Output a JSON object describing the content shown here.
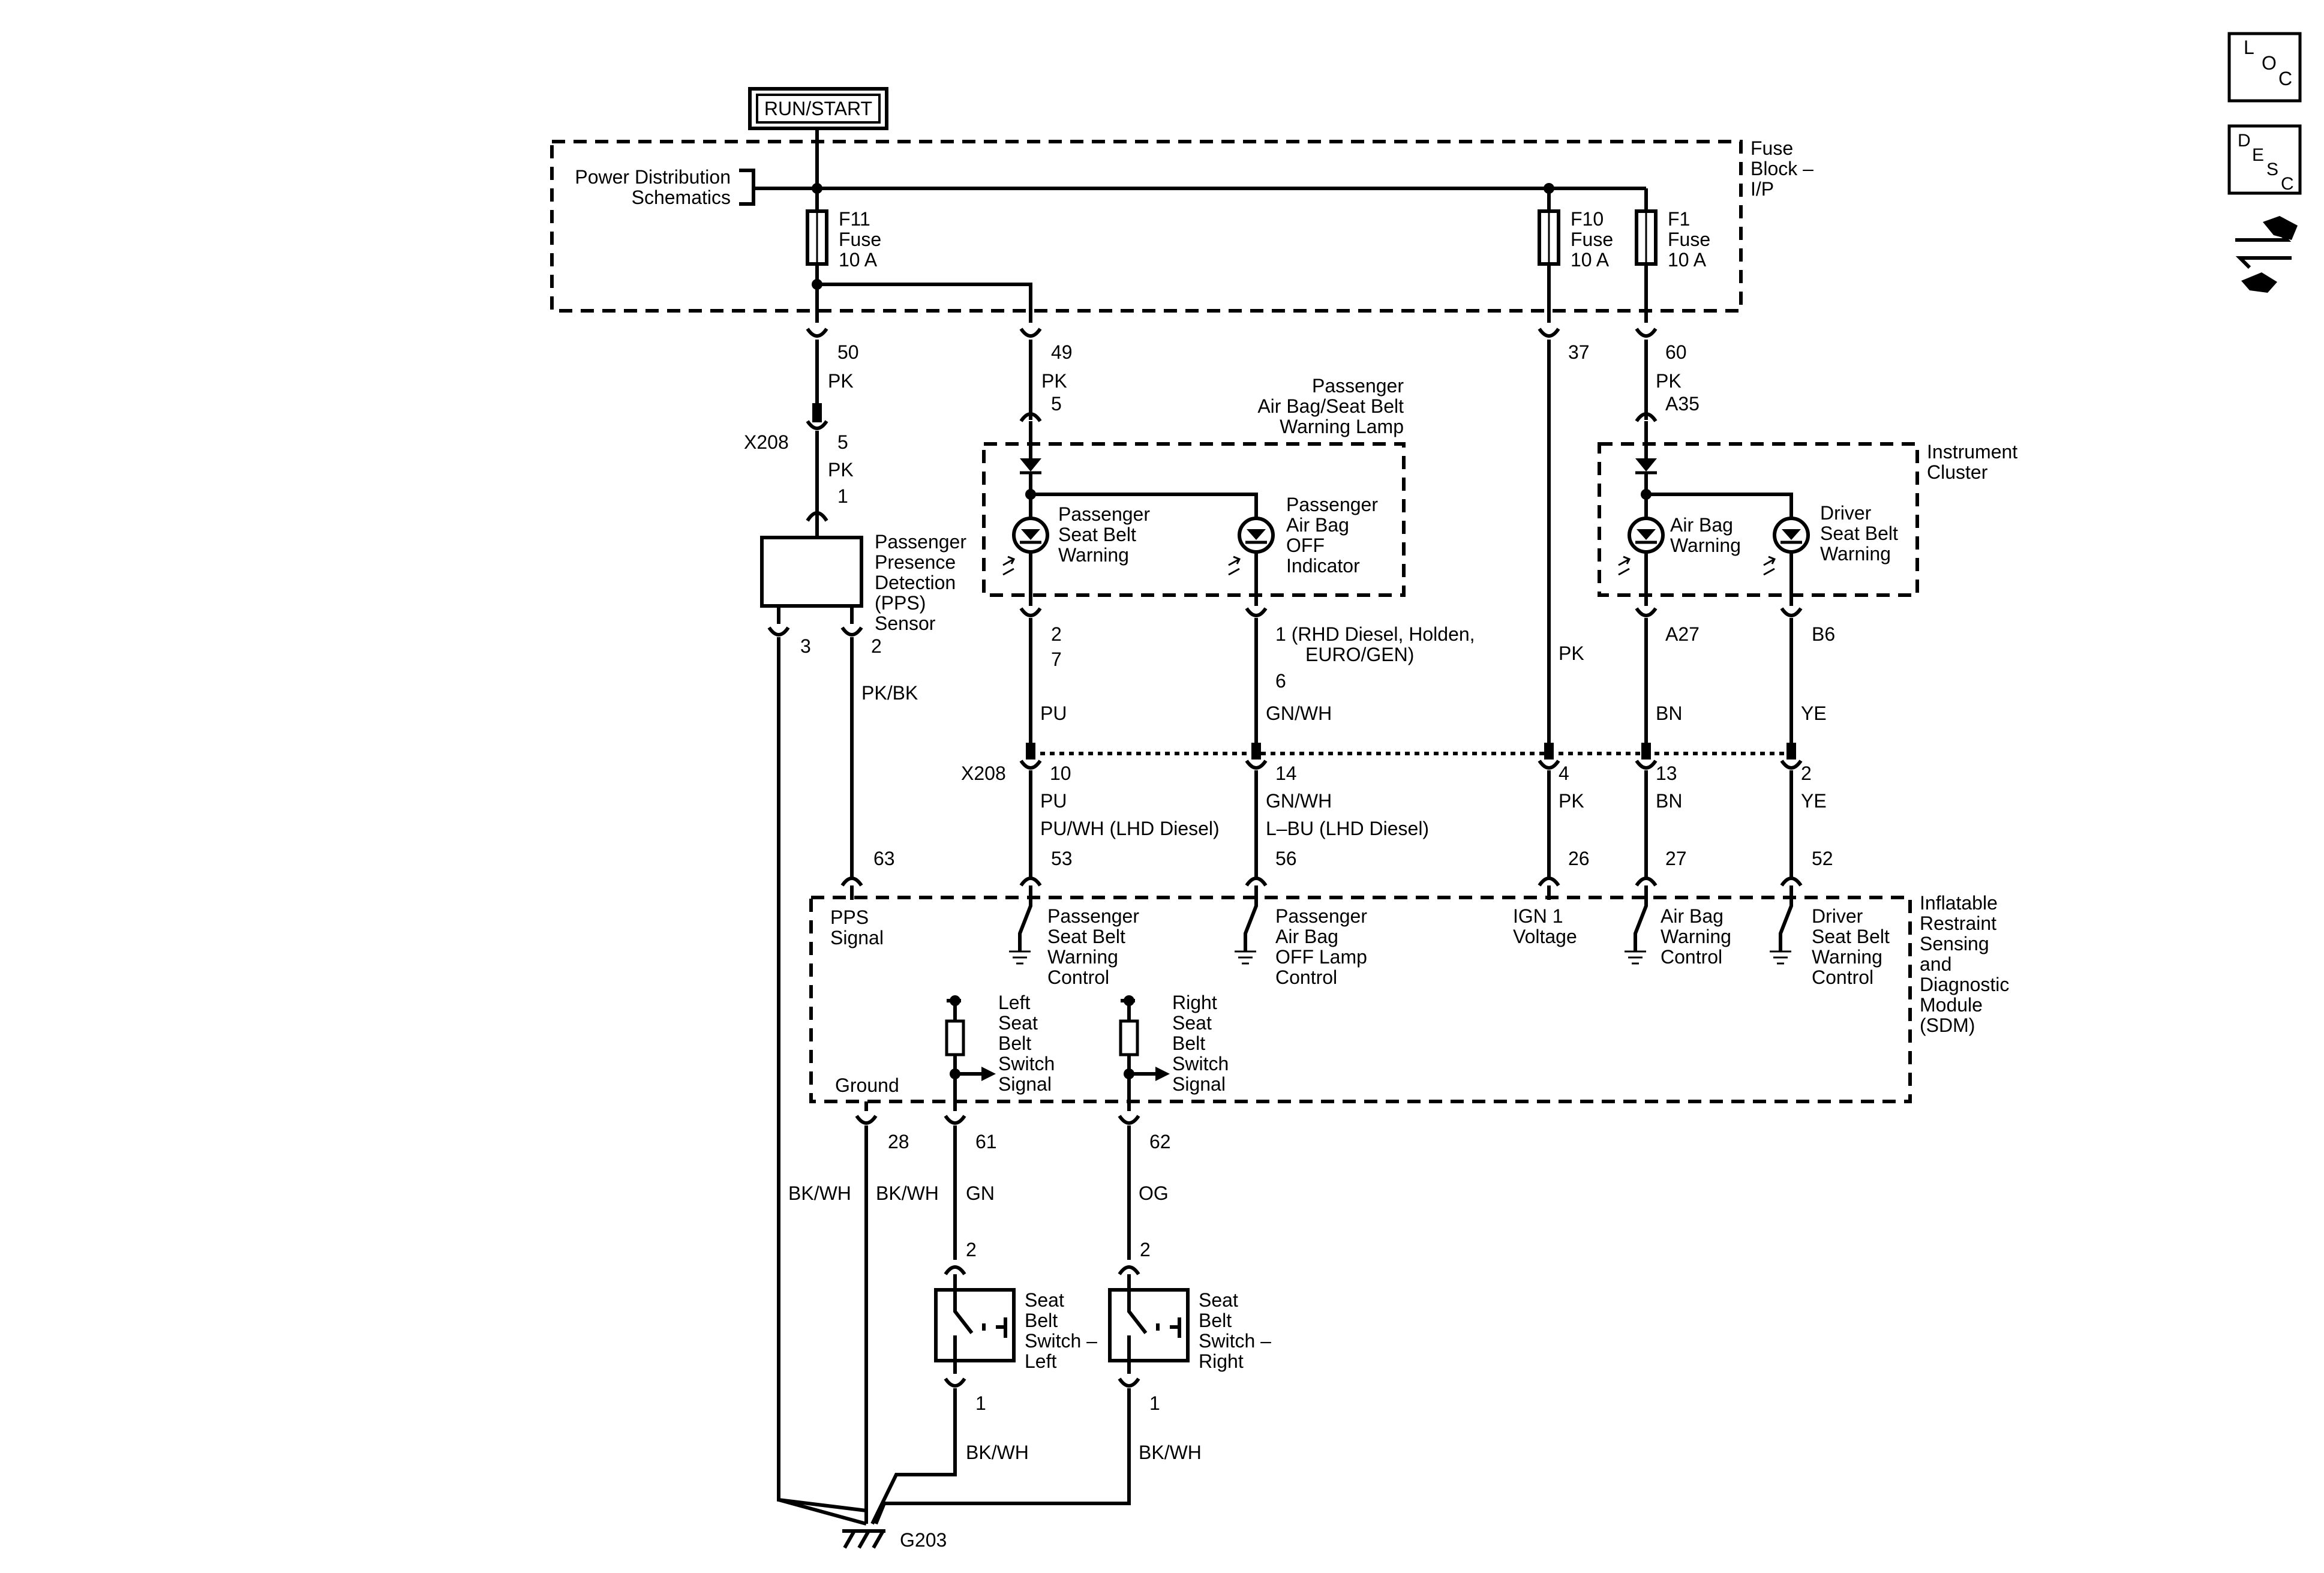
{
  "run_start": "RUN/START",
  "fuse_block": [
    "Fuse",
    "Block –",
    "I/P"
  ],
  "power_dist": [
    "Power Distribution",
    "Schematics"
  ],
  "fuses": [
    {
      "name": "F11",
      "type": "Fuse",
      "rating": "10 A"
    },
    {
      "name": "F10",
      "type": "Fuse",
      "rating": "10 A"
    },
    {
      "name": "F1",
      "type": "Fuse",
      "rating": "10 A"
    }
  ],
  "pins_top": {
    "c50": "50",
    "c49": "49",
    "c37": "37",
    "c60": "60"
  },
  "wire_pk": "PK",
  "x208": "X208",
  "pins_x208_top": {
    "p5": "5",
    "p1": "1",
    "p5b": "5",
    "a35": "A35"
  },
  "pps": {
    "label": [
      "Passenger",
      "Presence",
      "Detection",
      "(PPS)",
      "Sensor"
    ],
    "pin3": "3",
    "pin2": "2",
    "wire": "PK/BK"
  },
  "lamp_module": {
    "title": [
      "Passenger",
      "Air Bag/Seat Belt",
      "Warning Lamp"
    ],
    "lamp1": [
      "Passenger",
      "Seat Belt",
      "Warning"
    ],
    "lamp2": [
      "Passenger",
      "Air Bag",
      "OFF",
      "Indicator"
    ],
    "pin2": "2",
    "pin7": "7",
    "pin1_note": "1 (RHD Diesel, Holden,",
    "pin1_note2": "EURO/GEN)",
    "pin6": "6"
  },
  "cluster": {
    "title": [
      "Instrument",
      "Cluster"
    ],
    "lamp1": [
      "Air Bag",
      "Warning"
    ],
    "lamp2": [
      "Driver",
      "Seat Belt",
      "Warning"
    ],
    "a27": "A27",
    "b6": "B6"
  },
  "wires_mid": {
    "pu": "PU",
    "gnwh": "GN/WH",
    "pk": "PK",
    "bn": "BN",
    "ye": "YE"
  },
  "x208_pins": {
    "p10": "10",
    "p14": "14",
    "p4": "4",
    "p13": "13",
    "p2": "2"
  },
  "wires_low": {
    "pu": "PU",
    "puwh": "PU/WH (LHD Diesel)",
    "gnwh": "GN/WH",
    "lbu": "L–BU (LHD Diesel)",
    "pk": "PK",
    "bn": "BN",
    "ye": "YE"
  },
  "sdm_pins": {
    "p63": "63",
    "p53": "53",
    "p56": "56",
    "p26": "26",
    "p27": "27",
    "p52": "52",
    "p28": "28",
    "p61": "61",
    "p62": "62"
  },
  "sdm": {
    "title": [
      "Inflatable",
      "Restraint",
      "Sensing",
      "and",
      "Diagnostic",
      "Module",
      "(SDM)"
    ],
    "pps_signal": [
      "PPS",
      "Signal"
    ],
    "psb": [
      "Passenger",
      "Seat Belt",
      "Warning",
      "Control"
    ],
    "pab": [
      "Passenger",
      "Air Bag",
      "OFF Lamp",
      "Control"
    ],
    "ign": [
      "IGN 1",
      "Voltage"
    ],
    "ab": [
      "Air Bag",
      "Warning",
      "Control"
    ],
    "dsb": [
      "Driver",
      "Seat Belt",
      "Warning",
      "Control"
    ],
    "left_sw": [
      "Left",
      "Seat",
      "Belt",
      "Switch",
      "Signal"
    ],
    "right_sw": [
      "Right",
      "Seat",
      "Belt",
      "Switch",
      "Signal"
    ],
    "ground": "Ground"
  },
  "lower_wires": {
    "bkwh": "BK/WH",
    "gn": "GN",
    "og": "OG"
  },
  "switch_left": {
    "label": [
      "Seat",
      "Belt",
      "Switch –",
      "Left"
    ],
    "pin2": "2",
    "pin1": "1"
  },
  "switch_right": {
    "label": [
      "Seat",
      "Belt",
      "Switch –",
      "Right"
    ],
    "pin2": "2",
    "pin1": "1"
  },
  "ground_label": "G203",
  "icons": {
    "loc": [
      "L",
      "O",
      "C"
    ],
    "desc": [
      "D",
      "E",
      "S",
      "C"
    ]
  }
}
